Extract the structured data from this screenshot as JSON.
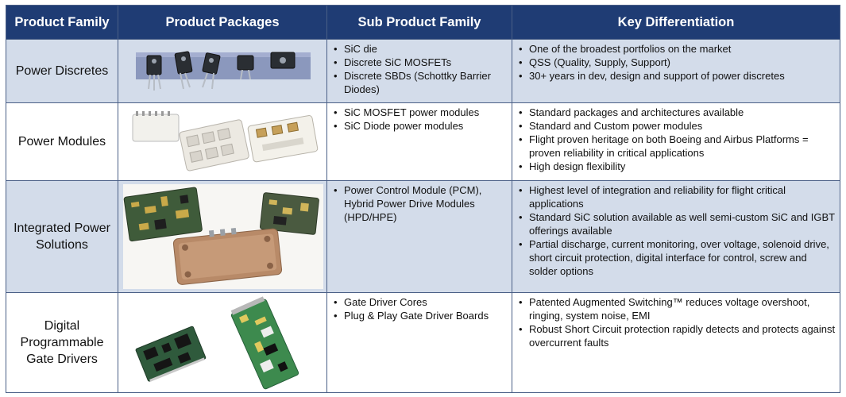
{
  "headers": {
    "family": "Product Family",
    "packages": "Product Packages",
    "sub": "Sub Product Family",
    "key": "Key Differentiation"
  },
  "rows": [
    {
      "family": "Power Discretes",
      "sub": [
        "SiC die",
        "Discrete SiC MOSFETs",
        "Discrete SBDs (Schottky Barrier Diodes)"
      ],
      "key": [
        "One of the broadest portfolios on the market",
        "QSS (Quality, Supply, Support)",
        "30+ years in dev, design and support of power discretes"
      ]
    },
    {
      "family": "Power Modules",
      "sub": [
        "SiC MOSFET power modules",
        "SiC Diode power modules"
      ],
      "key": [
        "Standard packages and architectures available",
        "Standard and Custom power modules",
        "Flight proven heritage on both Boeing and Airbus Platforms = proven reliability in critical applications",
        "High design flexibility"
      ]
    },
    {
      "family": "Integrated Power Solutions",
      "sub": [
        "Power Control Module (PCM), Hybrid Power Drive Modules (HPD/HPE)"
      ],
      "key": [
        "Highest level of integration and reliability for flight critical applications",
        "Standard SiC solution available as well semi-custom SiC and IGBT offerings available",
        "Partial discharge, current monitoring, over voltage, solenoid drive, short circuit protection, digital interface for control, screw and solder options"
      ]
    },
    {
      "family": "Digital Programmable Gate Drivers",
      "sub": [
        "Gate Driver Cores",
        "Plug & Play Gate Driver Boards"
      ],
      "key": [
        "Patented Augmented Switching™ reduces voltage overshoot, ringing, system noise, EMI",
        "Robust Short Circuit protection rapidly detects and protects against overcurrent faults"
      ]
    }
  ],
  "colors": {
    "header": "#1f3c74",
    "band": "#d3dcea",
    "border": "#4a5f86"
  }
}
